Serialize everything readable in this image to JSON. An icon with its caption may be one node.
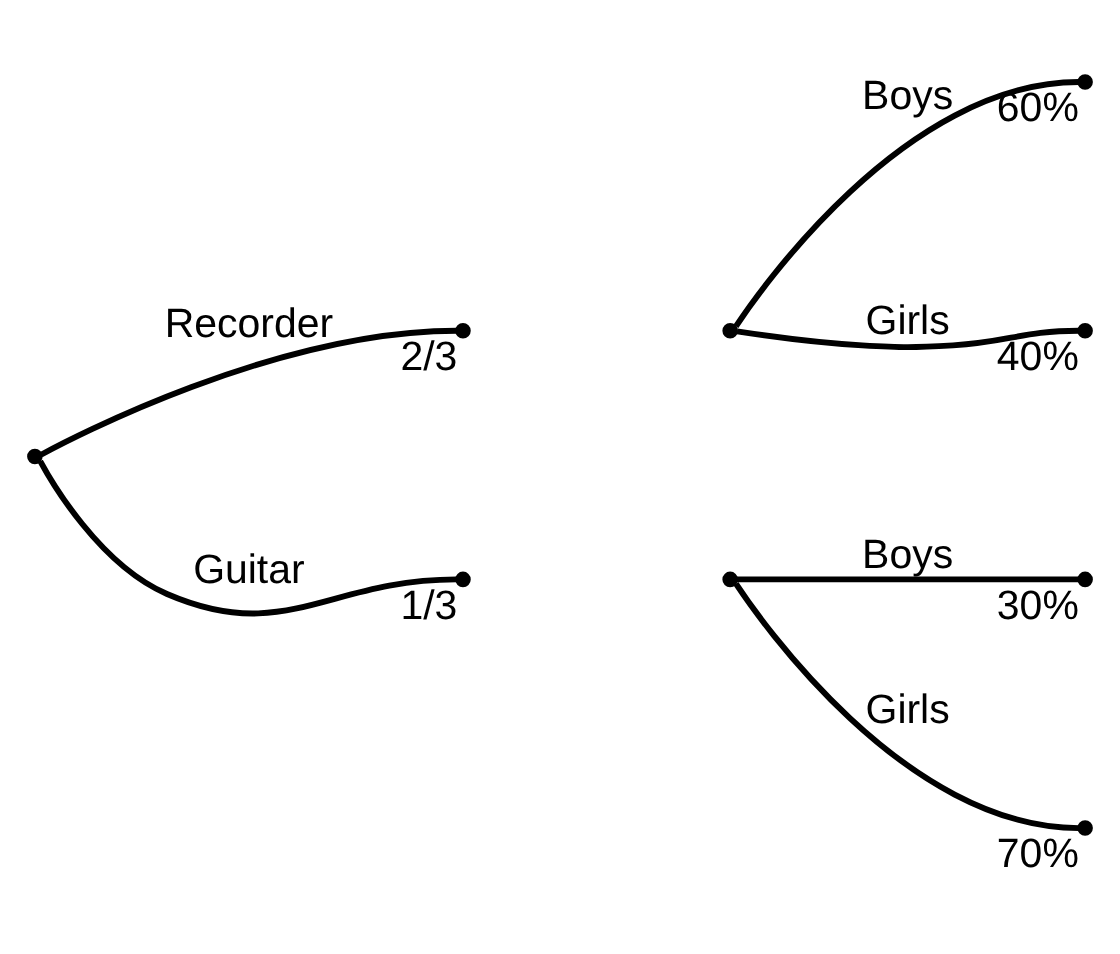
{
  "diagram": {
    "nodes": [
      {
        "text": [],
        "shape": "point"
      },
      {
        "text": [],
        "shape": "point",
        "beside": [
          "2/3"
        ]
      },
      {
        "text": [],
        "shape": "point",
        "beside": [
          "1/3"
        ]
      },
      {
        "text": [],
        "shape": "point"
      },
      {
        "text": [],
        "shape": "point",
        "beside": [
          "60%"
        ]
      },
      {
        "text": [],
        "shape": "point",
        "beside": [
          "40%"
        ]
      },
      {
        "text": [],
        "shape": "point"
      },
      {
        "text": [],
        "shape": "point",
        "beside": [
          "30%"
        ]
      },
      {
        "text": [],
        "shape": "point",
        "beside": [
          "70%"
        ]
      }
    ],
    "edges": [
      {
        "from": 0,
        "to": 1,
        "arrow": "none",
        "label": "Recorder"
      },
      {
        "from": 0,
        "to": 2,
        "arrow": "none",
        "label": "Guitar"
      },
      {
        "from": 3,
        "to": 4,
        "arrow": "none",
        "label": "Boys"
      },
      {
        "from": 3,
        "to": 5,
        "arrow": "none",
        "label": "Girls"
      },
      {
        "from": 6,
        "to": 7,
        "arrow": "none",
        "label": "Boys"
      },
      {
        "from": 6,
        "to": 8,
        "arrow": "none",
        "label": "Girls"
      }
    ]
  }
}
